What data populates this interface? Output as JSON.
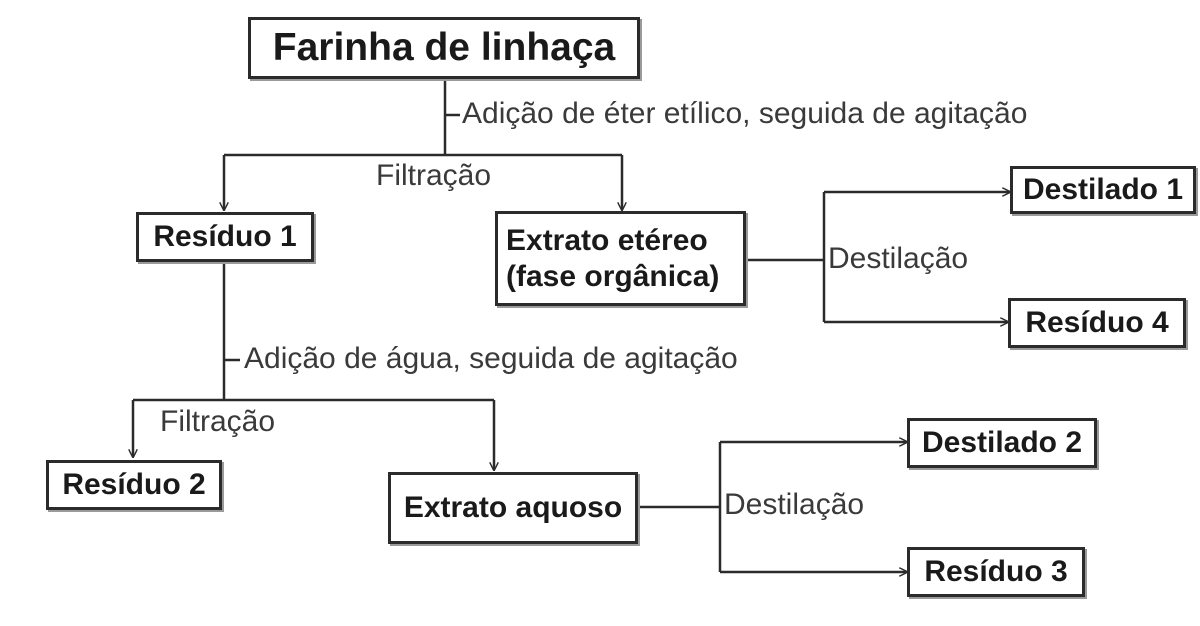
{
  "diagram": {
    "nodes": {
      "farinha": "Farinha de linhaça",
      "residuo1": "Resíduo 1",
      "extrato_etereo_line1": "Extrato etéreo",
      "extrato_etereo_line2": "(fase orgânica)",
      "destilado1": "Destilado 1",
      "residuo4": "Resíduo 4",
      "residuo2": "Resíduo 2",
      "extrato_aquoso": "Extrato aquoso",
      "destilado2": "Destilado 2",
      "residuo3": "Resíduo 3"
    },
    "steps": {
      "adicao_eter": "Adição de éter etílico, seguida de agitação",
      "filtracao_1": "Filtração",
      "destilacao_1": "Destilação",
      "adicao_agua": "Adição de água, seguida de agitação",
      "filtracao_2": "Filtração",
      "destilacao_2": "Destilação"
    }
  }
}
